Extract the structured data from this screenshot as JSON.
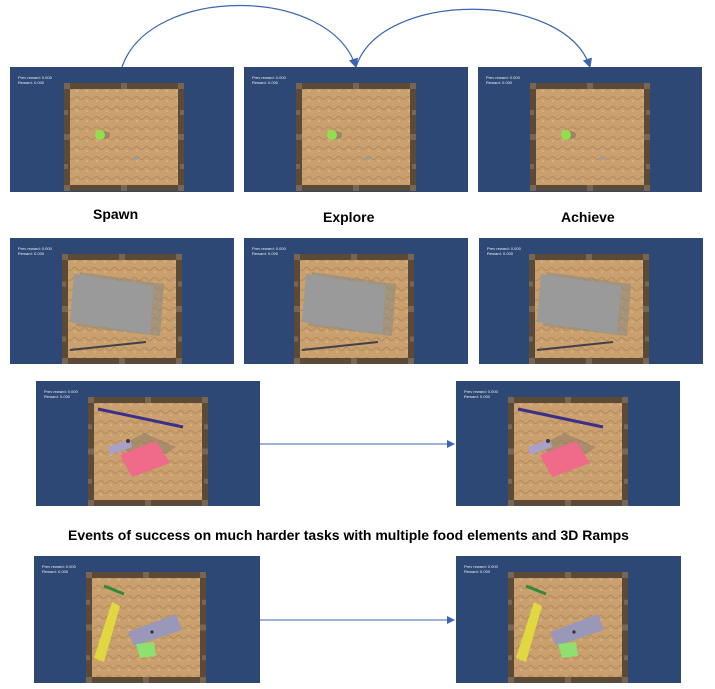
{
  "hud": {
    "line1": "Prev reward: 0.000",
    "line2": "Reward: 0.000"
  },
  "captions": {
    "spawn": "Spawn",
    "explore": "Explore",
    "achieve": "Achieve",
    "harder_tasks": "Events of success on much harder tasks with multiple food elements and 3D Ramps"
  },
  "colors": {
    "background": "#2e4876",
    "sand": "#c9a06e",
    "fence": "#5a4a3a",
    "arrow": "#3a66b0"
  }
}
